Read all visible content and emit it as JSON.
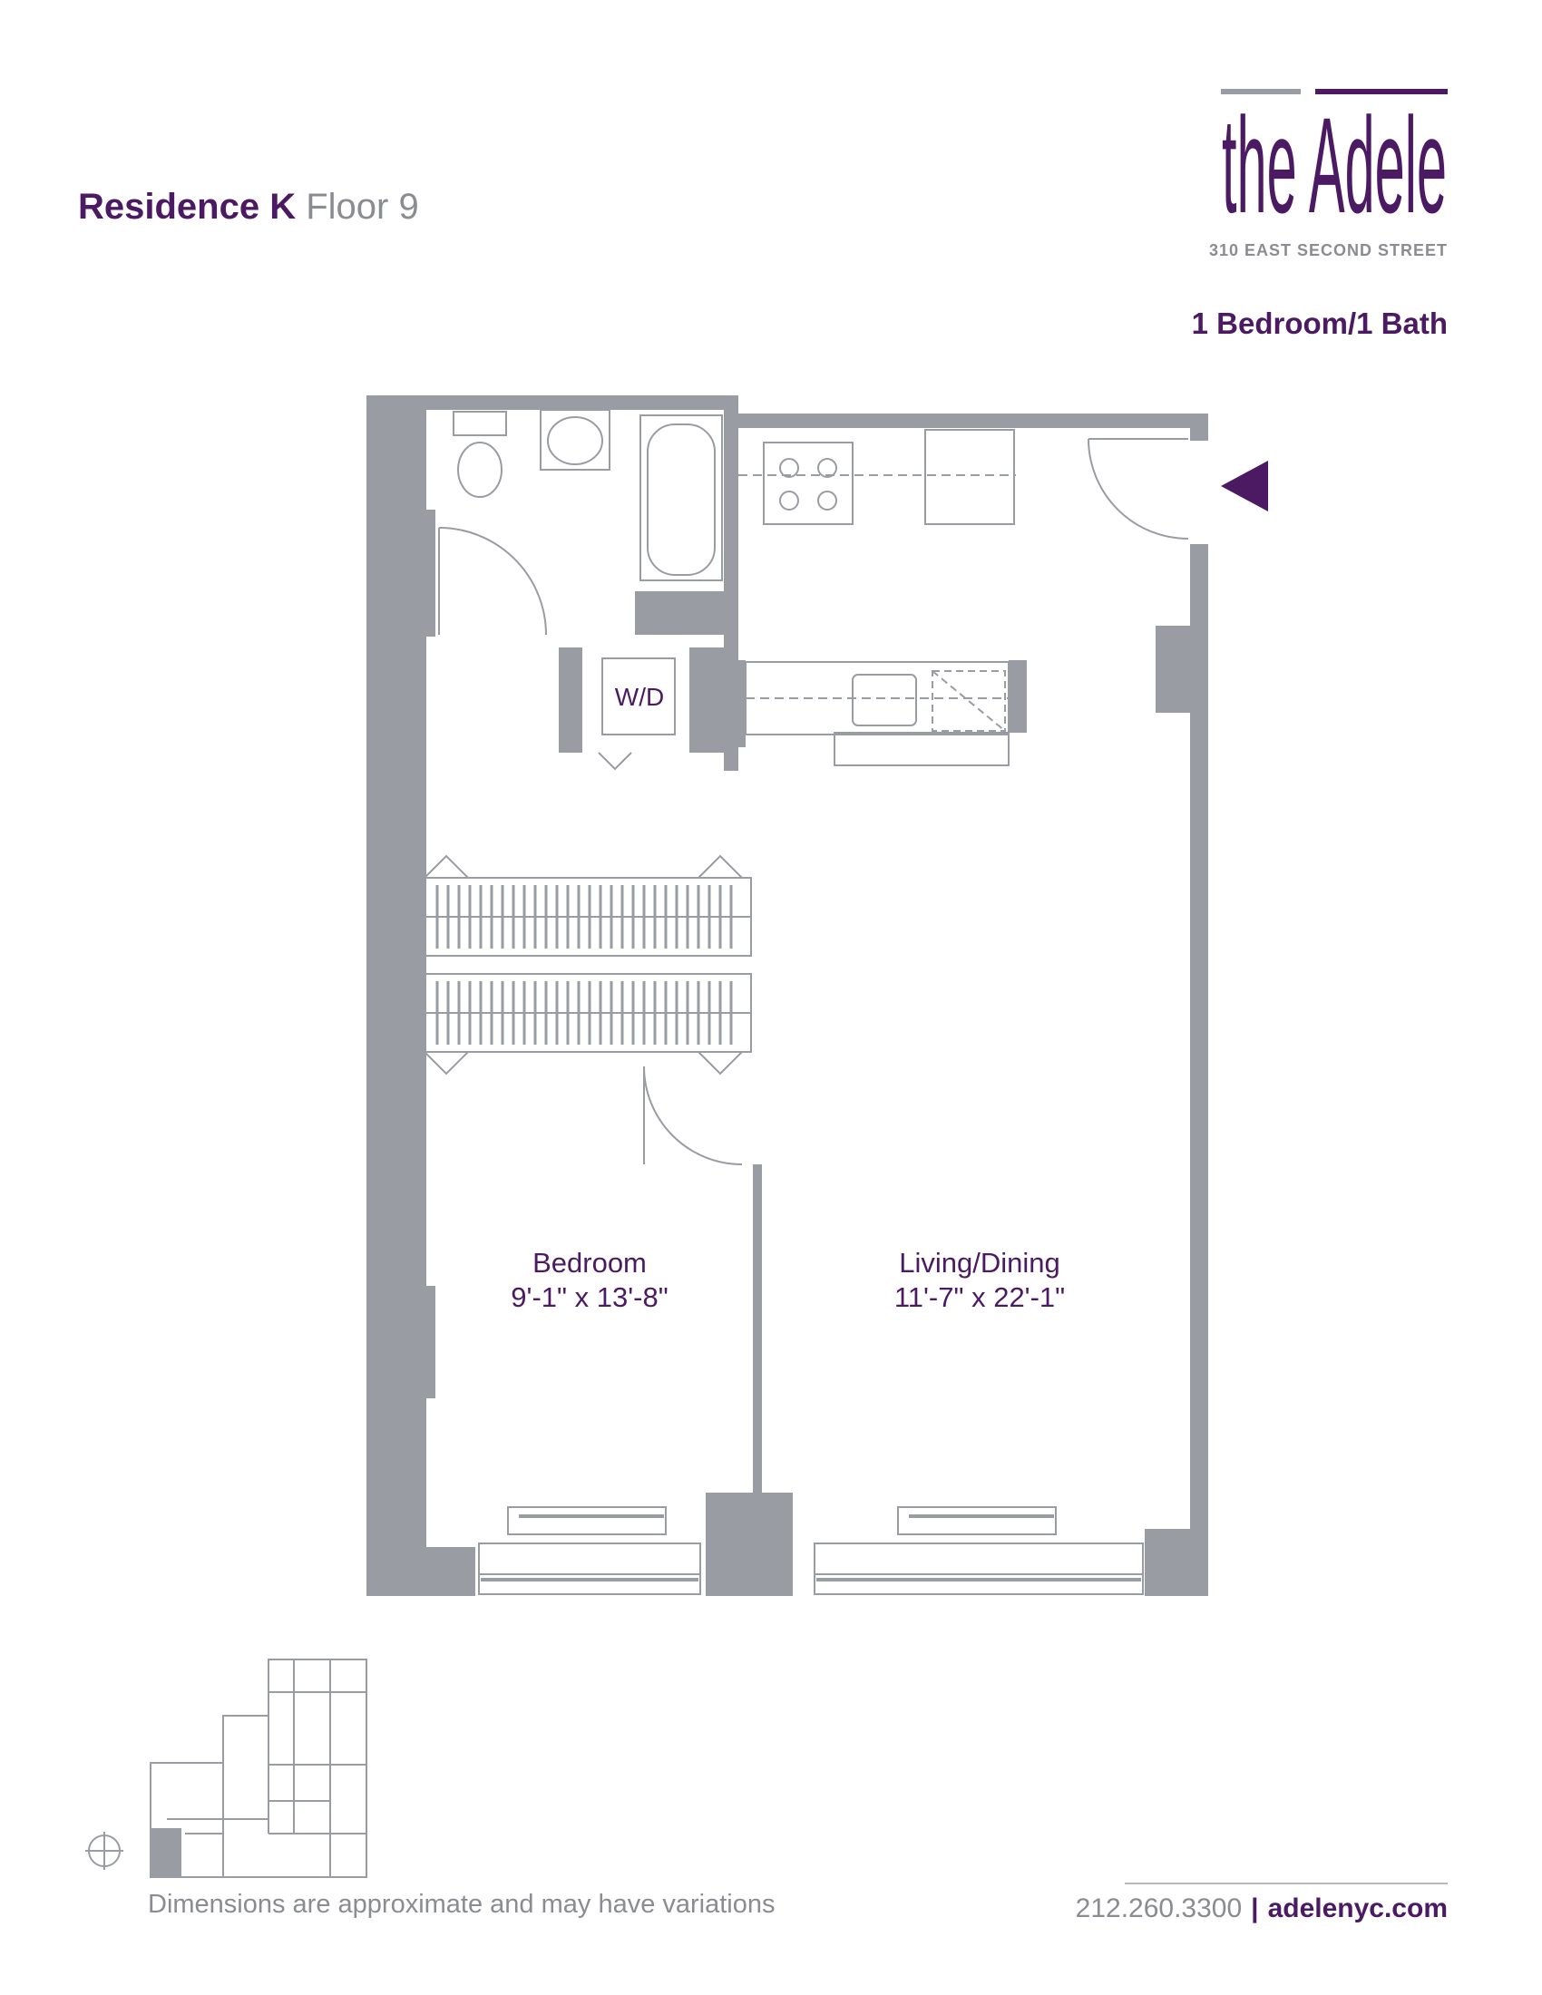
{
  "header": {
    "residence": "Residence K",
    "floor": "Floor 9"
  },
  "brand": {
    "name": "the Adele",
    "address": "310 EAST SECOND STREET"
  },
  "unit_type": "1 Bedroom/1 Bath",
  "rooms": {
    "bedroom": {
      "name": "Bedroom",
      "size": "9'-1\" x 13'-8\""
    },
    "living": {
      "name": "Living/Dining",
      "size": "11'-7\" x 22'-1\""
    },
    "laundry": "W/D"
  },
  "footer": {
    "disclaimer": "Dimensions are approximate and may have variations",
    "phone": "212.260.3300",
    "separator": "|",
    "website": "adelenyc.com"
  },
  "colors": {
    "brand_purple": "#4b1a63",
    "wall_grey": "#9a9ca3",
    "text_grey": "#8a8c91"
  },
  "icons": [
    "entry-arrow-icon",
    "compass-icon"
  ]
}
